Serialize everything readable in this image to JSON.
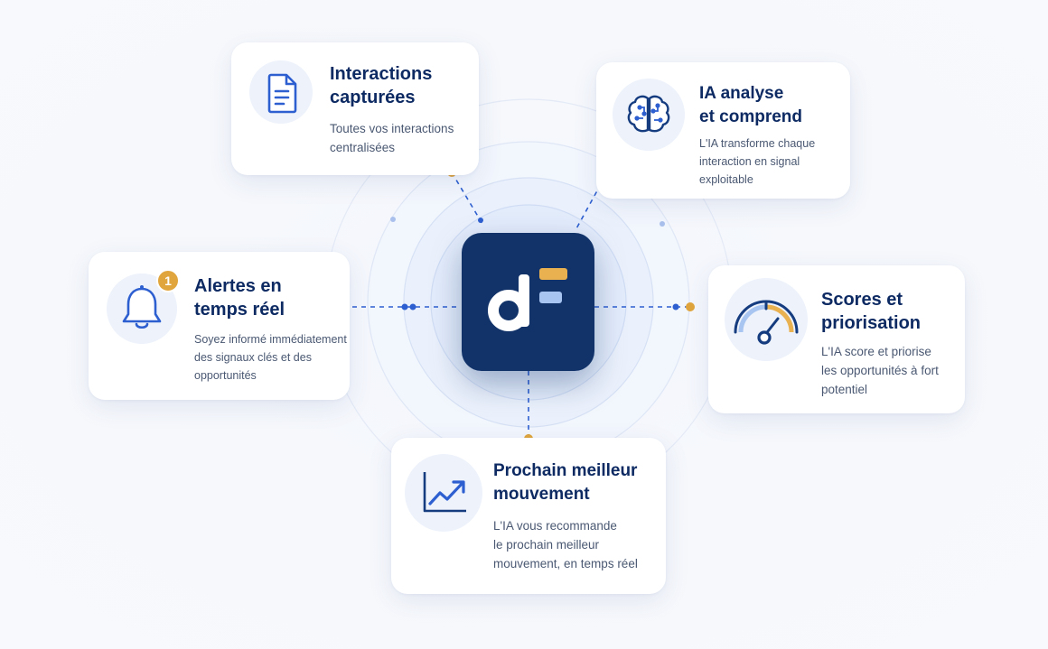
{
  "diagram": {
    "center": {
      "name": "d-logo",
      "colors": {
        "tile": "#11336a",
        "letter": "#ffffff",
        "bar_top": "#e9b150",
        "bar_bottom": "#a8c4f0"
      }
    },
    "colors": {
      "accent_orange": "#e0a53c",
      "accent_blue": "#2e5fd0",
      "title": "#0d2a63",
      "text": "#4a5872"
    },
    "cards": [
      {
        "id": "interactions-capturees",
        "icon": "document-icon",
        "title": "Interactions\ncapturées",
        "desc": "Toutes vos interactions\ncentralisées"
      },
      {
        "id": "ia-analyse",
        "icon": "brain-circuit-icon",
        "title": "IA analyse\net comprend",
        "desc": "L'IA transforme chaque\ninteraction en signal\nexploitable"
      },
      {
        "id": "alertes",
        "icon": "bell-icon",
        "badge": "1",
        "title": "Alertes en\ntemps réel",
        "desc": "Soyez informé immédiatement\ndes signaux clés et des\nopportunités"
      },
      {
        "id": "scores",
        "icon": "gauge-icon",
        "title": "Scores et\npriorisation",
        "desc": "L'IA score et priorise\nles opportunités à fort\npotentiel"
      },
      {
        "id": "prochain-mouvement",
        "icon": "trend-up-icon",
        "title": "Prochain meilleur\nmouvement",
        "desc": "L'IA vous recommande\nle prochain meilleur\nmouvement, en temps réel"
      }
    ]
  }
}
